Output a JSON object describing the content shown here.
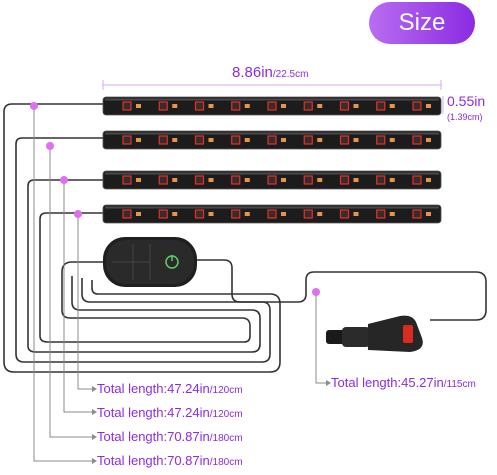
{
  "badge": {
    "label": "Size"
  },
  "strip_width": {
    "value": "8.86in",
    "metric": "/22.5cm"
  },
  "strip_height": {
    "value": "0.55in",
    "metric": "(1.39cm)"
  },
  "lengths": [
    {
      "text": "Total length:47.24in",
      "metric": "/120cm"
    },
    {
      "text": "Total length:47.24in",
      "metric": "/120cm"
    },
    {
      "text": "Total length:70.87in",
      "metric": "/180cm"
    },
    {
      "text": "Total length:70.87in",
      "metric": "/180cm"
    }
  ],
  "plug_length": {
    "text": "Total length:45.27in",
    "metric": "/115cm"
  },
  "colors": {
    "accent": "#8b2be2",
    "badge_start": "#b86df0",
    "strip_body": "#1c1c1c",
    "cable": "#333333",
    "led_red": "#e0332a",
    "led_orange": "#e8944a"
  }
}
